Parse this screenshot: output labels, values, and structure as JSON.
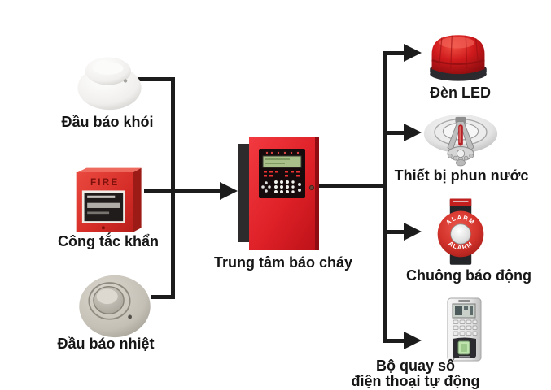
{
  "colors": {
    "line": "#1c1c1c",
    "panel_red": "#e02a2e",
    "device_red": "#d8322c",
    "lcd_green": "#a9c08b",
    "label_text": "#161616",
    "background": "#ffffff"
  },
  "inputs": [
    {
      "label": "Đầu báo khói"
    },
    {
      "label": "Công tắc khẩn",
      "device_text": "FIRE"
    },
    {
      "label": "Đầu báo nhiệt"
    }
  ],
  "center": {
    "label": "Trung tâm báo cháy"
  },
  "outputs": [
    {
      "label": "Đèn LED"
    },
    {
      "label": "Thiết bị phun nước"
    },
    {
      "label": "Chuông báo động",
      "device_text_top": "ALARM",
      "device_text_bottom": "ALARM"
    },
    {
      "label_line1": "Bộ quay số",
      "label_line2": "điện thoại tự động"
    }
  ]
}
